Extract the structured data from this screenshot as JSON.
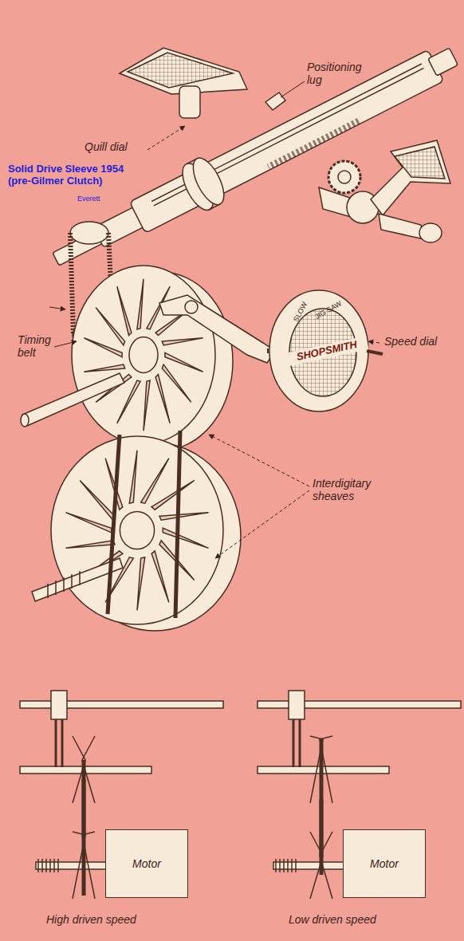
{
  "diagram": {
    "title": "Solid Drive Sleeve 1954 (pre-Gilmer Clutch)",
    "nodes": [
      {
        "text": [
          "Motor"
        ]
      },
      {
        "text": [
          "Motor"
        ]
      }
    ],
    "labels": [
      "Positioning lug",
      "Quill dial",
      "Everett",
      "Timing belt",
      "Speed dial",
      "Interdigitary sheaves",
      "SLOW",
      "JIG SAW",
      "SHOPSMITH",
      "High driven speed",
      "Low driven speed"
    ]
  }
}
